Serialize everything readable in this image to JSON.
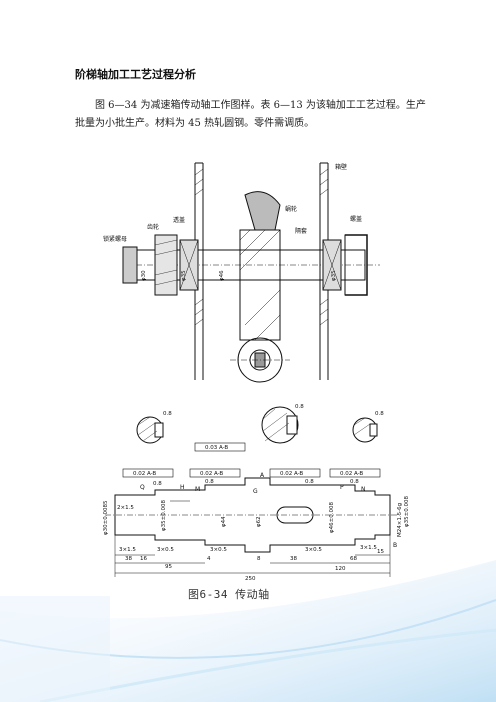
{
  "document": {
    "title": "阶梯轴加工工艺过程分析",
    "paragraph": "图 6—34 为减速箱传动轴工作图样。表 6—13 为该轴加工工艺过程。生产批量为小批生产。材料为 45 热轧圆钢。零件需调质。",
    "caption": "图6-34  传动轴"
  },
  "assembly_labels": {
    "box_wall": "箱壁",
    "worm_gear": "蜗轮",
    "gear": "齿轮",
    "cover": "透盖",
    "lock_nut": "锁紧螺母",
    "spacer": "隔套",
    "screw": "螺盖"
  },
  "assembly_dims": {
    "d1": "φ30",
    "d2": "φ35",
    "d3": "φ46",
    "d4": "φ35"
  },
  "section_dims": {
    "s1": "0.8",
    "s2": "0.8",
    "s3": "0.8"
  },
  "drawing_labels": {
    "tol1": "0.02 A-B",
    "tol2": "0.02 A-B",
    "tol3": "0.02 A-B",
    "tol4": "0.02 A-B",
    "tol5": "0.03 A-B",
    "letter_a": "A",
    "letter_g": "G",
    "letter_m": "M",
    "letter_n": "N",
    "letter_p": "P",
    "letter_q": "Q",
    "letter_h": "H",
    "letter_b": "B",
    "d_left": "φ30±0.0085",
    "d_35": "φ35±0.008",
    "d_44": "φ44",
    "d_62": "φ62",
    "d_right": "φ46±0.008",
    "thread": "M24×1.5-6g",
    "d_end": "φ35±0.008",
    "chamfer_left": "2×1.5",
    "u1": "3×1.5",
    "u2": "3×0.5",
    "u3": "3×0.5",
    "u4": "3×0.5",
    "u5": "3×1.5",
    "l16": "16",
    "l38a": "38",
    "l95": "95",
    "l4": "4",
    "l8": "8",
    "l38b": "38",
    "l68": "68",
    "l15": "15",
    "l120": "120",
    "l250": "250",
    "ra1": "0.8",
    "ra2": "0.8",
    "ra3": "0.8",
    "ra4": "0.8"
  }
}
